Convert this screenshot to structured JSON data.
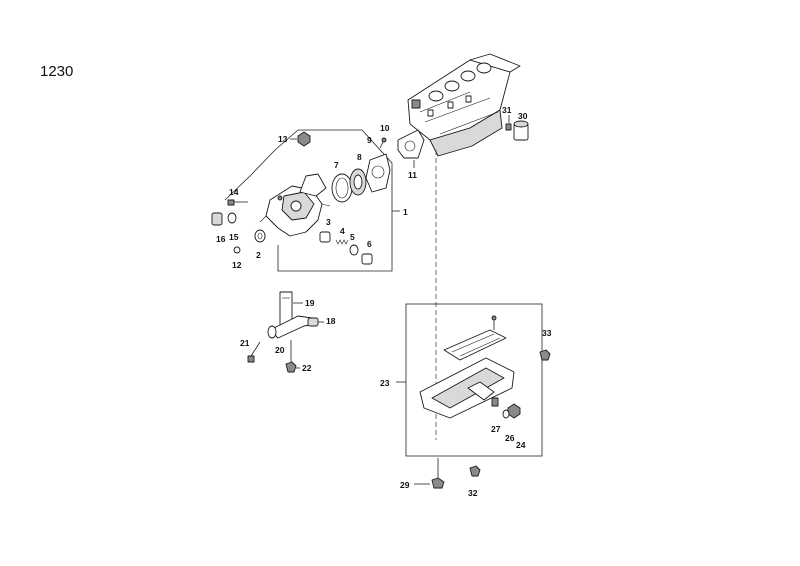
{
  "page_number": "1230",
  "callouts": {
    "c1": "1",
    "c2": "2",
    "c3": "3",
    "c4": "4",
    "c5": "5",
    "c6": "6",
    "c7": "7",
    "c8": "8",
    "c9": "9",
    "c10": "10",
    "c11": "11",
    "c12": "12",
    "c13": "13",
    "c14": "14",
    "c15": "15",
    "c16": "16",
    "c18": "18",
    "c19": "19",
    "c20": "20",
    "c21": "21",
    "c22": "22",
    "c23": "23",
    "c24": "24",
    "c26": "26",
    "c27": "27",
    "c29": "29",
    "c30": "30",
    "c31": "31",
    "c32": "32",
    "c33": "33"
  }
}
